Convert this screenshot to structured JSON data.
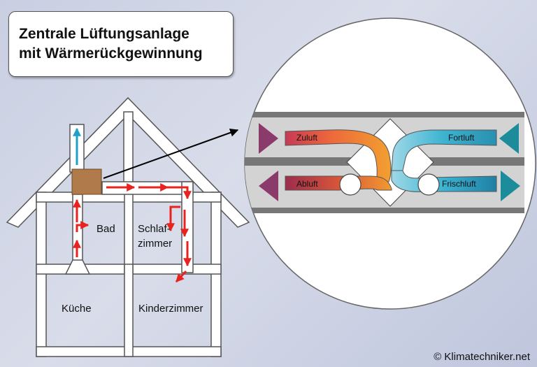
{
  "title": {
    "line1": "Zentrale Lüftungsanlage",
    "line2": "mit Wärmerückgewinnung"
  },
  "rooms": {
    "bad": "Bad",
    "schlaf1": "Schlaf-",
    "schlaf2": "zimmer",
    "kueche": "Küche",
    "kinder": "Kinderzimmer"
  },
  "exchanger": {
    "zuluft": "Zuluft",
    "fortluft": "Fortluft",
    "abluft": "Abluft",
    "frischluft": "Frischluft"
  },
  "copyright": "© Klimatechniker.net",
  "colors": {
    "arrow_red": "#e8221f",
    "exhaust_blue": "#1fa0c8",
    "unit_brown": "#b07a4a",
    "warm": "#e85a3a",
    "cold": "#2aa8c4",
    "triangle_purple": "#8b3b6b",
    "triangle_teal": "#1c8c9a"
  }
}
